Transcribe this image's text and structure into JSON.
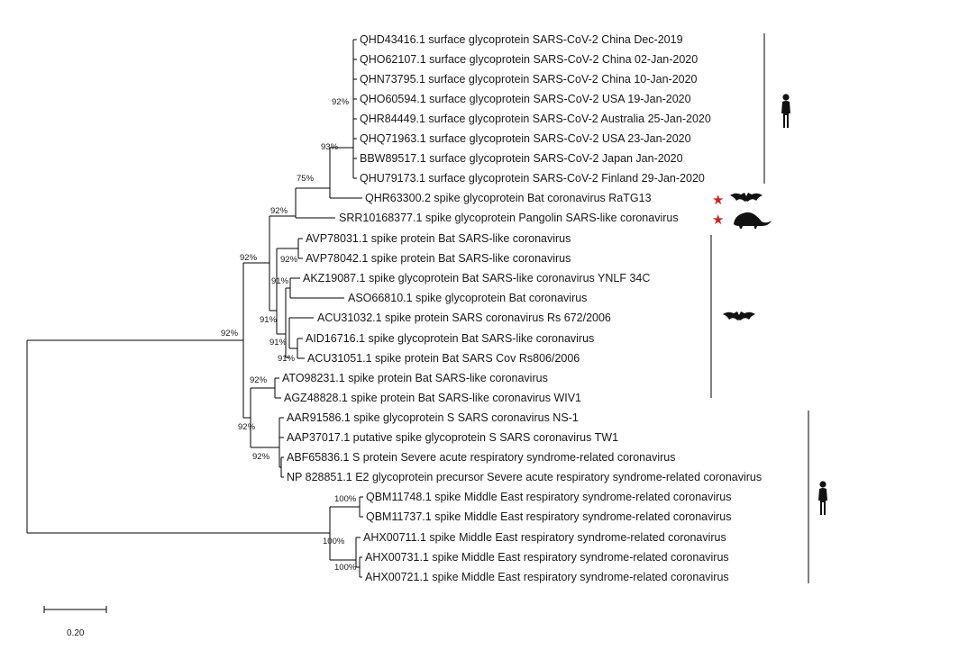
{
  "tree": {
    "leaves": [
      "QHD43416.1 surface glycoprotein SARS-CoV-2 China Dec-2019",
      "QHO62107.1 surface glycoprotein SARS-CoV-2 China 02-Jan-2020",
      "QHN73795.1 surface glycoprotein SARS-CoV-2 China 10-Jan-2020",
      "QHO60594.1 surface glycoprotein SARS-CoV-2 USA 19-Jan-2020",
      "QHR84449.1 surface glycoprotein SARS-CoV-2 Australia 25-Jan-2020",
      "QHQ71963.1 surface glycoprotein SARS-CoV-2 USA 23-Jan-2020",
      "BBW89517.1 surface glycoprotein SARS-CoV-2 Japan Jan-2020",
      "QHU79173.1 surface glycoprotein SARS-CoV-2 Finland 29-Jan-2020",
      "QHR63300.2 spike glycoprotein Bat coronavirus RaTG13",
      "SRR10168377.1 spike glycoprotein Pangolin SARS-like coronavirus",
      "AVP78031.1 spike protein Bat SARS-like coronavirus",
      "AVP78042.1 spike protein Bat SARS-like coronavirus",
      "AKZ19087.1 spike glycoprotein Bat SARS-like coronavirus YNLF 34C",
      "ASO66810.1 spike glycoprotein Bat coronavirus",
      "ACU31032.1 spike protein SARS coronavirus Rs 672/2006",
      "AID16716.1 spike glycoprotein Bat SARS-like coronavirus",
      "ACU31051.1 spike protein Bat SARS Cov Rs806/2006",
      "ATO98231.1 spike protein Bat SARS-like coronavirus",
      "AGZ48828.1 spike protein Bat SARS-like coronavirus WIV1",
      "AAR91586.1 spike glycoprotein S SARS coronavirus NS-1",
      "AAP37017.1 putative spike glycoprotein S SARS coronavirus TW1",
      "ABF65836.1 S protein Severe acute respiratory syndrome-related coronavirus",
      "NP 828851.1 E2 glycoprotein precursor Severe acute respiratory syndrome-related coronavirus",
      "QBM11748.1 spike Middle East respiratory syndrome-related coronavirus",
      "QBM11737.1 spike Middle East respiratory syndrome-related coronavirus",
      "AHX00711.1 spike Middle East respiratory syndrome-related coronavirus",
      "AHX00731.1 spike Middle East respiratory syndrome-related coronavirus",
      "AHX00721.1 spike Middle East respiratory syndrome-related coronavirus"
    ],
    "support": {
      "sarscov2": "92%",
      "with_ratg13": "93%",
      "with_pangolin": "75%",
      "sarscov2_avp": "92%",
      "avp_pair": "92%",
      "akz_aso": "91%",
      "akz_aso_acu": "91%",
      "aid_acu": "91%",
      "aid_acu_inner": "91%",
      "ato_agz": "92%",
      "sars_like_group": "92%",
      "sars_human": "92%",
      "sars_human_inner": "92%",
      "root": "92%",
      "qbm_pair": "100%",
      "mers_group": "100%",
      "ahx_pair": "100%"
    },
    "markers": {
      "star_symbol": "★",
      "star_color": "#d42020",
      "human_icon": "human-silhouette-icon",
      "bat_icon": "bat-silhouette-icon",
      "pangolin_icon": "pangolin-silhouette-icon"
    },
    "scale_bar": {
      "value": 0.2,
      "label": "0.20"
    }
  }
}
